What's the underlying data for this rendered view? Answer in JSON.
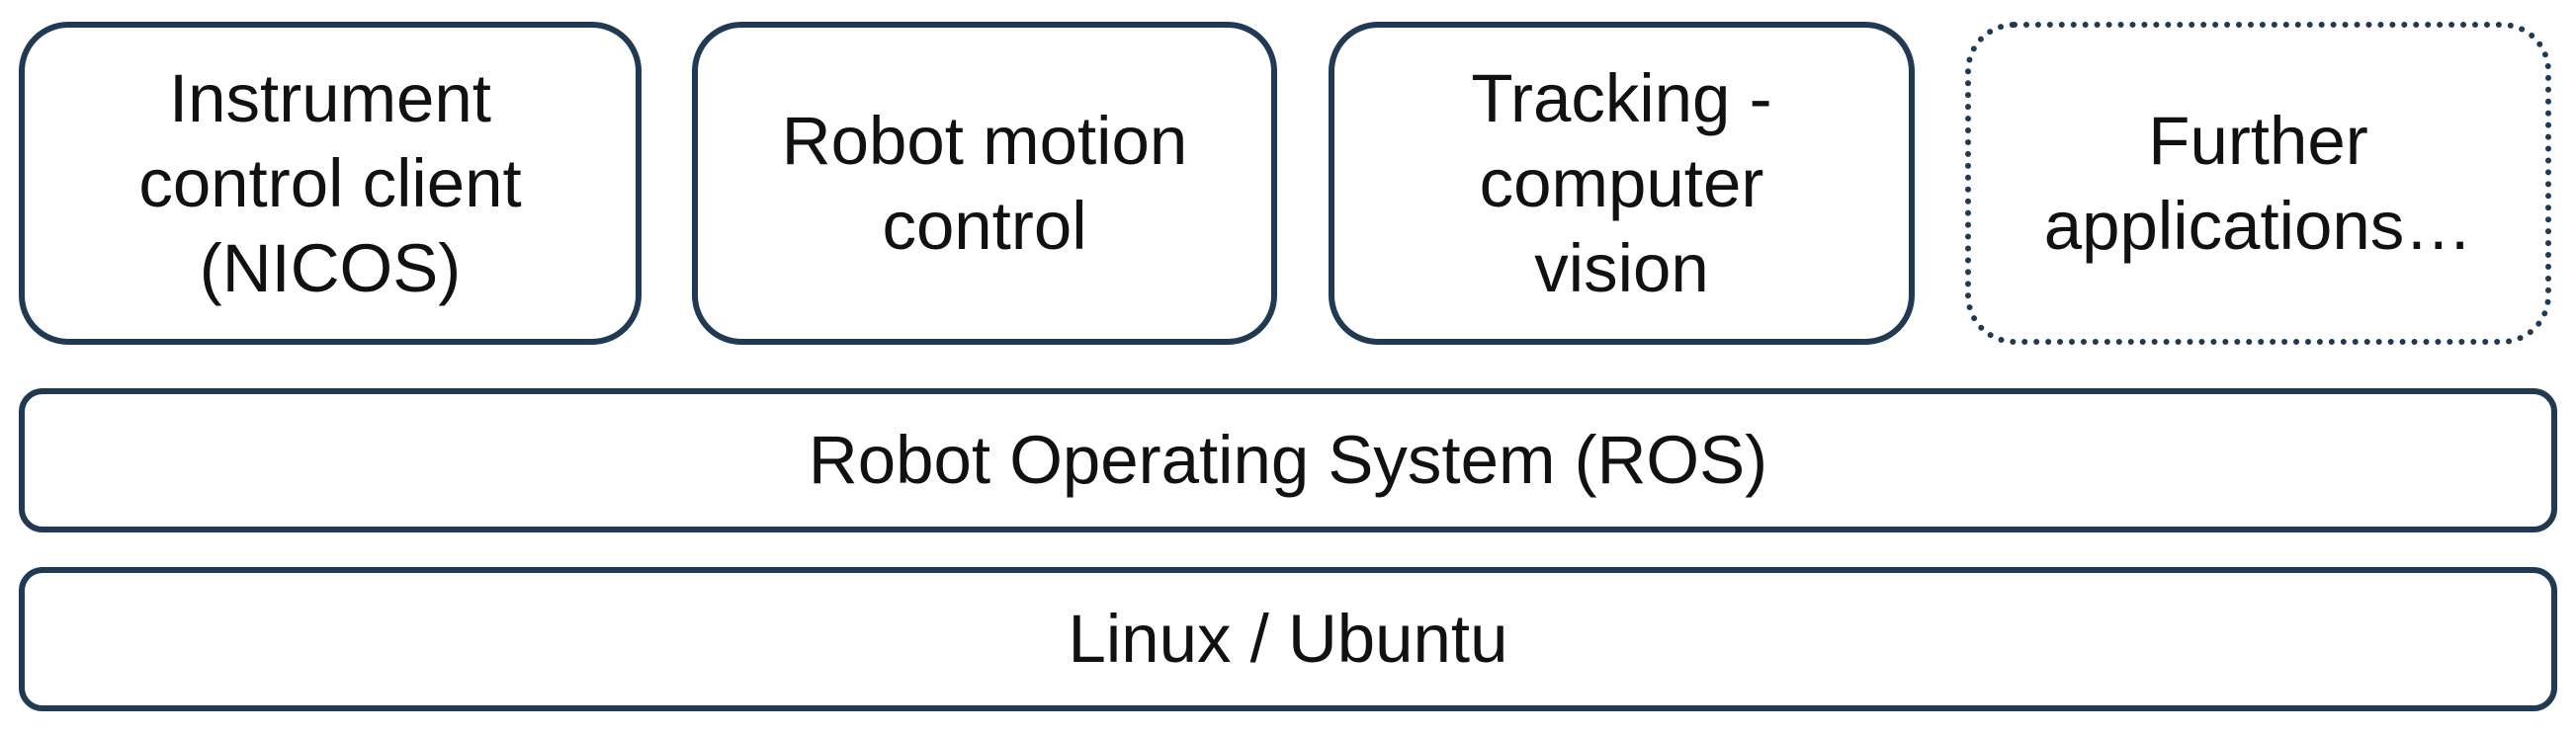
{
  "applications": [
    {
      "label": "Instrument\ncontrol client\n(NICOS)"
    },
    {
      "label": "Robot motion\ncontrol"
    },
    {
      "label": "Tracking -\ncomputer\nvision"
    },
    {
      "label": "Further\napplications…"
    }
  ],
  "middleware": {
    "label": "Robot Operating System (ROS)"
  },
  "os": {
    "label": "Linux / Ubuntu"
  },
  "colors": {
    "border": "#1f3a52",
    "text": "#111111",
    "background": "#ffffff"
  }
}
